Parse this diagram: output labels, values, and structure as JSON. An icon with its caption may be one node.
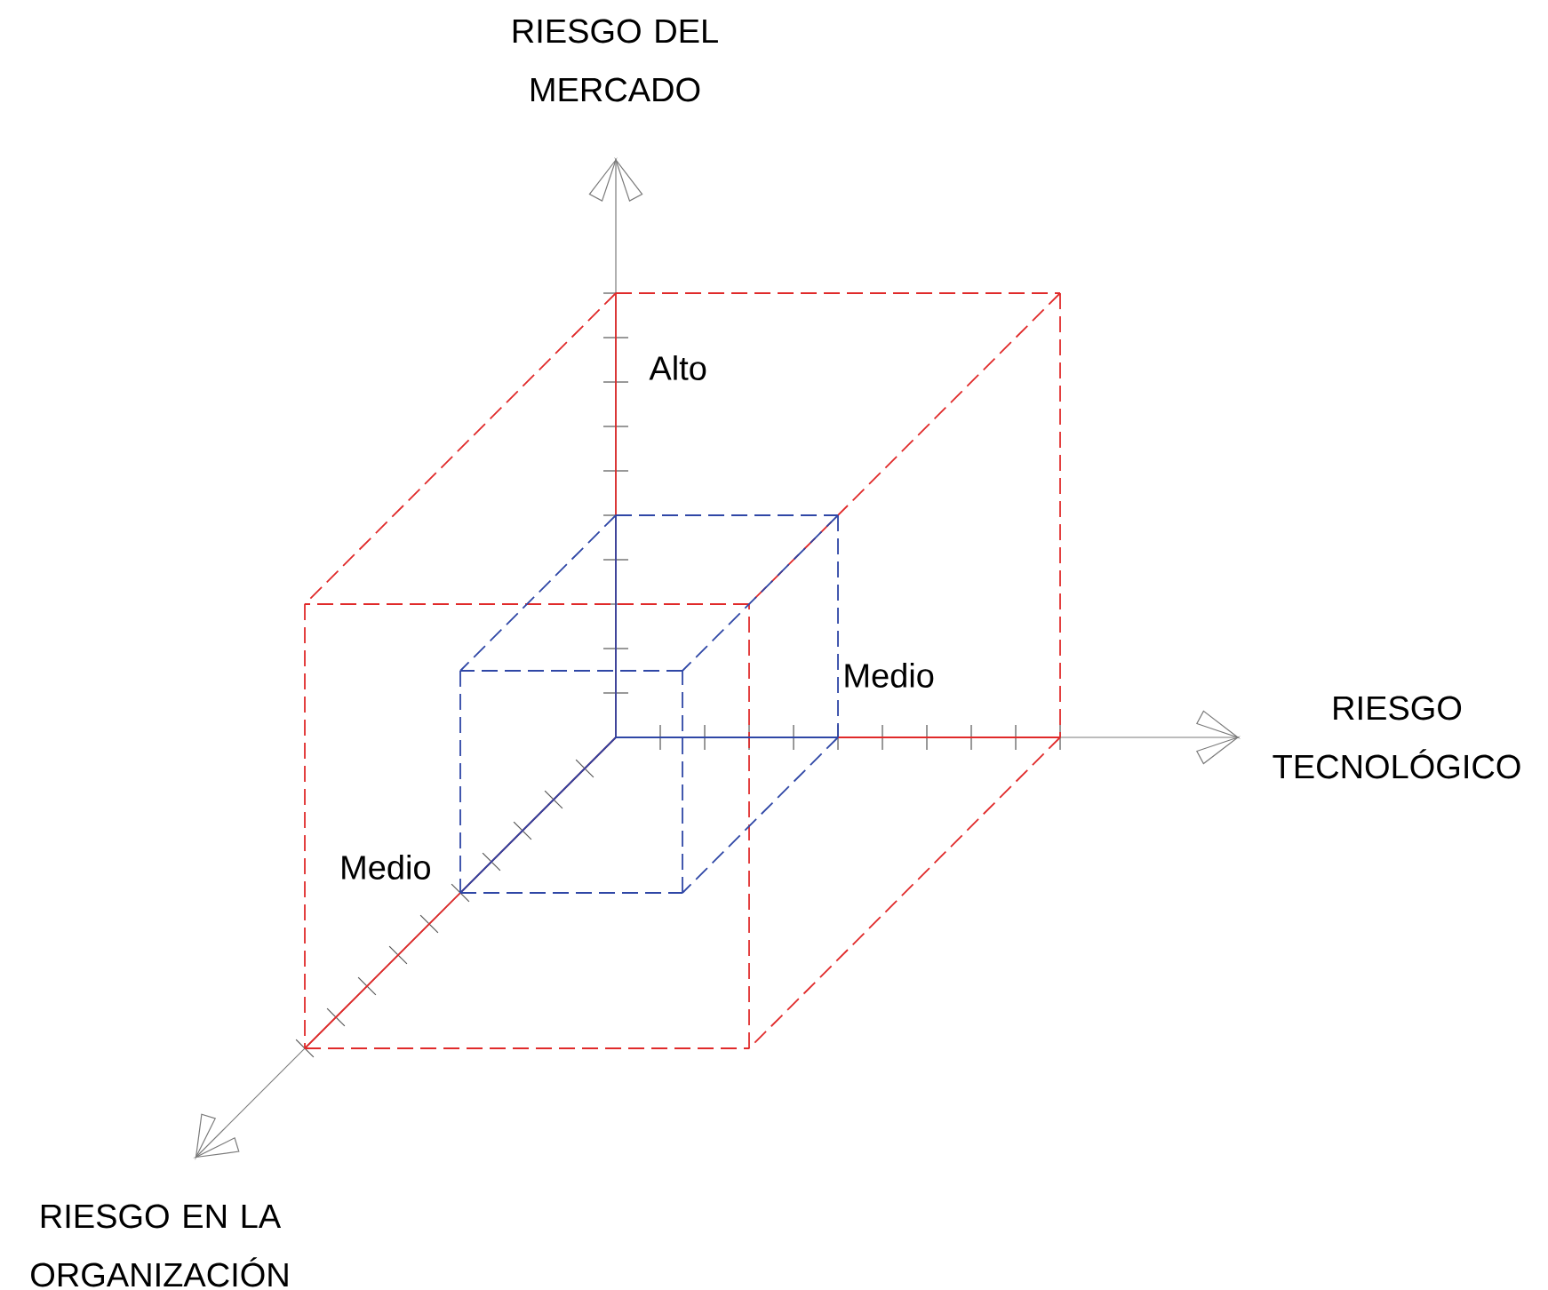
{
  "diagram": {
    "labels": [
      "RIESGO DEL MERCADO",
      "Alto",
      "Medio",
      "RIESGO TECNOLÓGICO",
      "Medio",
      "RIESGO EN LA ORGANIZACIÓN"
    ]
  }
}
